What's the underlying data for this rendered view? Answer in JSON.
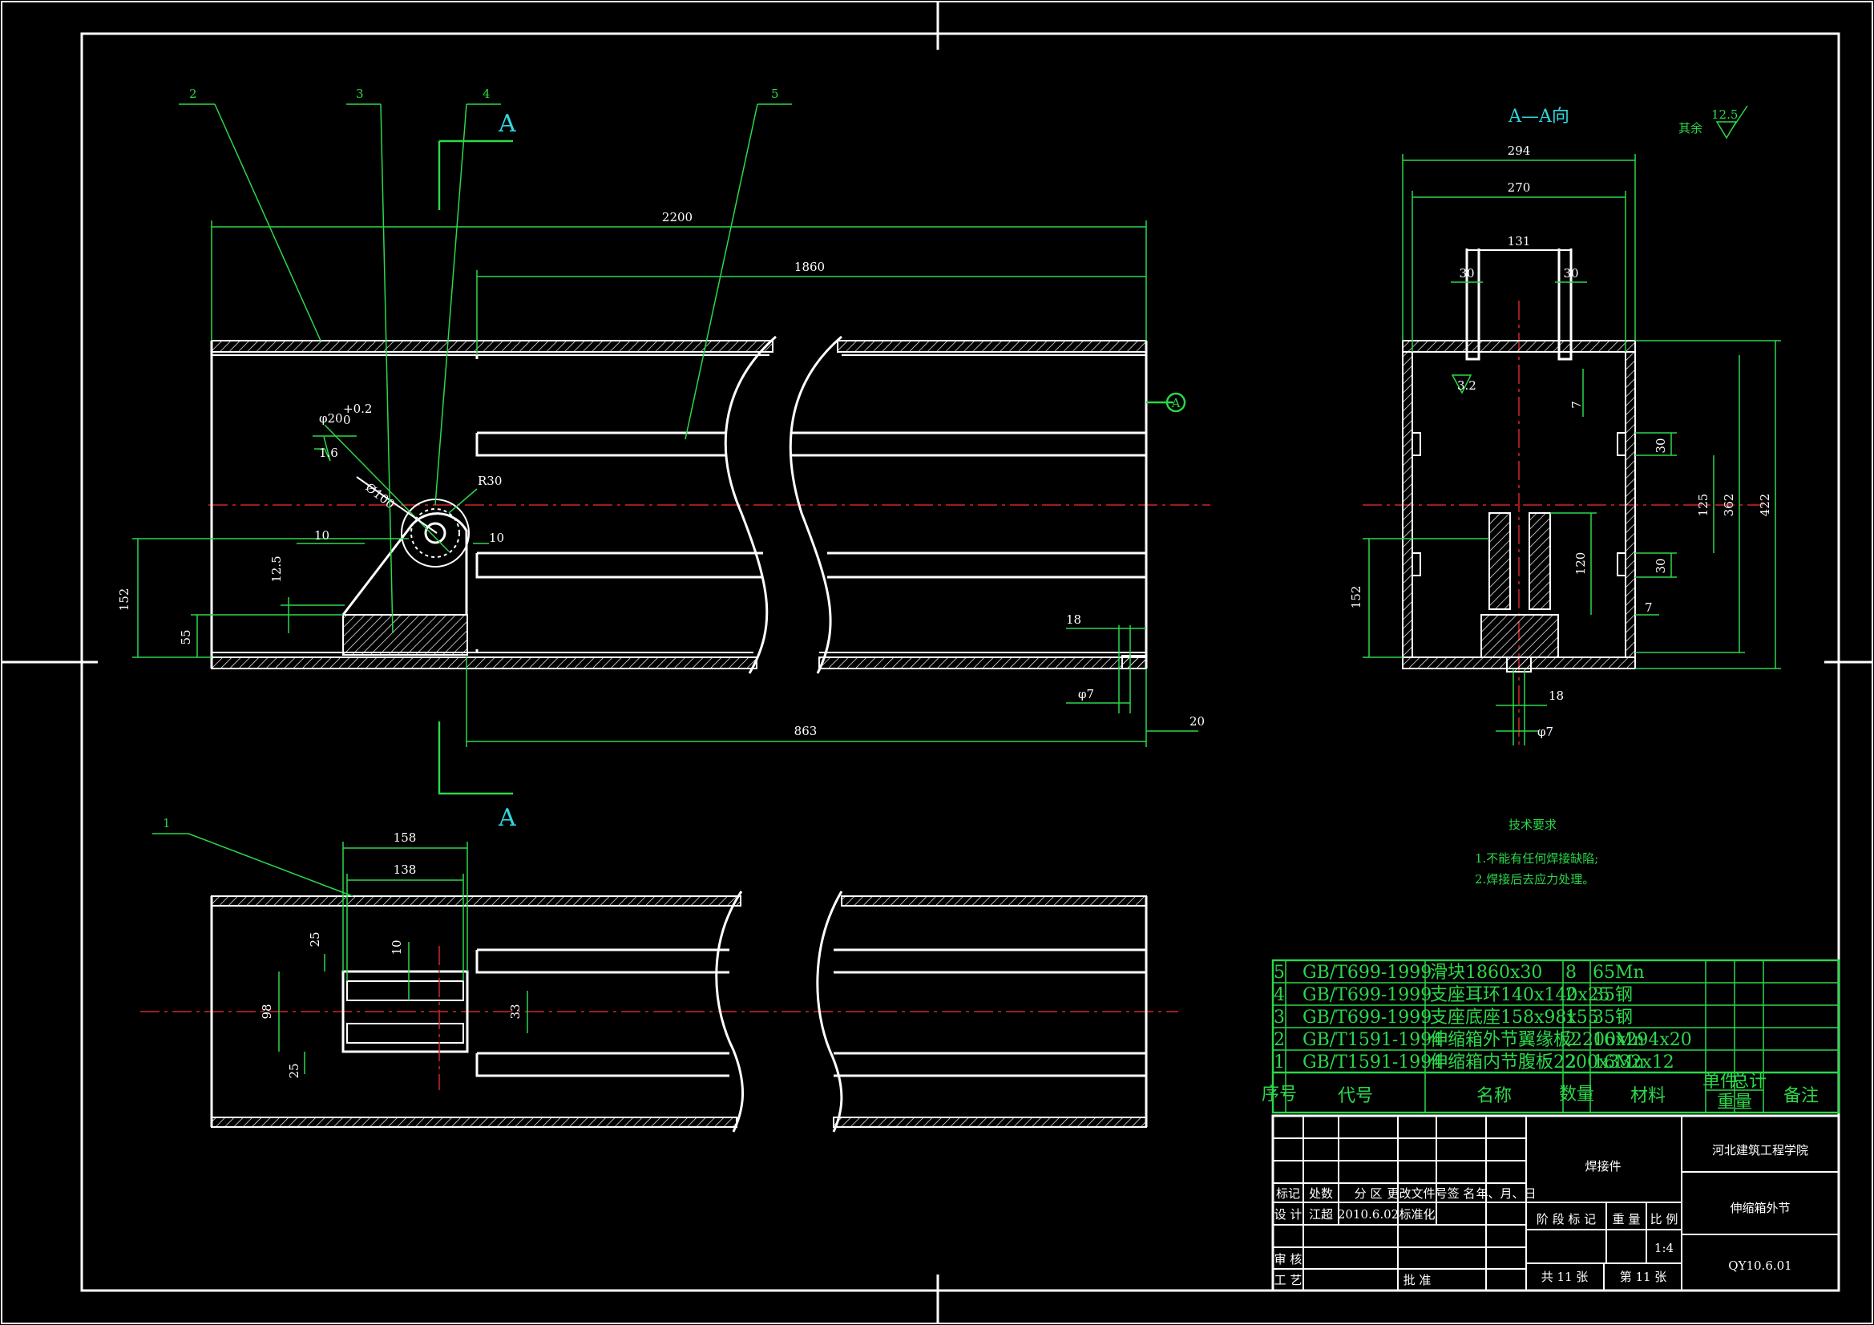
{
  "balloons": {
    "b1": "1",
    "b2": "2",
    "b3": "3",
    "b4": "4",
    "b5": "5"
  },
  "section": {
    "a_top": "A",
    "a_bottom": "A",
    "a_view": "A—A向",
    "flag": "A"
  },
  "roughness": {
    "rest_label": "其余",
    "rest_value": "12.5",
    "hole_value": "1.6",
    "side_value": "3.2"
  },
  "dims_front": {
    "d2200": "2200",
    "d1860": "1860",
    "d863": "863",
    "d152": "152",
    "d55": "55",
    "d12_5": "12.5",
    "d10a": "10",
    "d10b": "10",
    "d18": "18",
    "d7": "φ7",
    "d20": "20",
    "hole_dia": "φ20",
    "hole_tol_up": "+0.2",
    "hole_tol_lo": "0",
    "dia100": "Ø100",
    "r30": "R30"
  },
  "dims_side": {
    "d294": "294",
    "d270": "270",
    "d131": "131",
    "d30a": "30",
    "d30b": "30",
    "d7a": "7",
    "d30c": "30",
    "d30d": "30",
    "d125": "125",
    "d362": "362",
    "d422": "422",
    "d120": "120",
    "d7b": "7",
    "d152": "152",
    "d18": "18",
    "d7c": "φ7"
  },
  "dims_top": {
    "d158": "158",
    "d138": "138",
    "d25a": "25",
    "d10": "10",
    "d98": "98",
    "d25b": "25",
    "d33": "33"
  },
  "tech": {
    "title": "技术要求",
    "line1": "1.不能有任何焊接缺陷;",
    "line2": "2.焊接后去应力处理。"
  },
  "bom": {
    "rows": [
      {
        "no": "5",
        "code": "GB/T699-1999",
        "name": "滑块1860x30",
        "qty": "8",
        "mat": "65Mn"
      },
      {
        "no": "4",
        "code": "GB/T699-1999",
        "name": "支座耳环140x140x25",
        "qty": "2",
        "mat": "35钢"
      },
      {
        "no": "3",
        "code": "GB/T699-1999",
        "name": "支座底座158x98x55",
        "qty": "1",
        "mat": "35钢"
      },
      {
        "no": "2",
        "code": "GB/T1591-1994",
        "name": "伸缩箱外节翼缘板2200x294x20",
        "qty": "2",
        "mat": "16Mn"
      },
      {
        "no": "1",
        "code": "GB/T1591-1994",
        "name": "伸缩箱内节腹板2200x332x12",
        "qty": "2",
        "mat": "16Mn"
      }
    ],
    "header": {
      "no": "序号",
      "code": "代号",
      "name": "名称",
      "qty": "数量",
      "mat": "材料",
      "unit": "单件",
      "total": "总计",
      "weight": "重量",
      "remark": "备注"
    }
  },
  "titleblock": {
    "part": "焊接件",
    "school": "河北建筑工程学院",
    "title": "伸缩箱外节",
    "code": "QY10.6.01",
    "mark": "标记",
    "count": "处数",
    "zone": "分 区",
    "docno": "更改文件号",
    "sign": "签 名",
    "date": "年、月、日",
    "design": "设 计",
    "designer": "江超",
    "design_date": "2010.6.02",
    "standard": "标准化",
    "stage": "阶 段 标 记",
    "weight": "重 量",
    "scale": "比 例",
    "scale_val": "1:4",
    "review": "审 核",
    "process": "工 艺",
    "approve": "批 准",
    "total_sheets": "共 11 张",
    "sheet_no": "第 11 张"
  }
}
